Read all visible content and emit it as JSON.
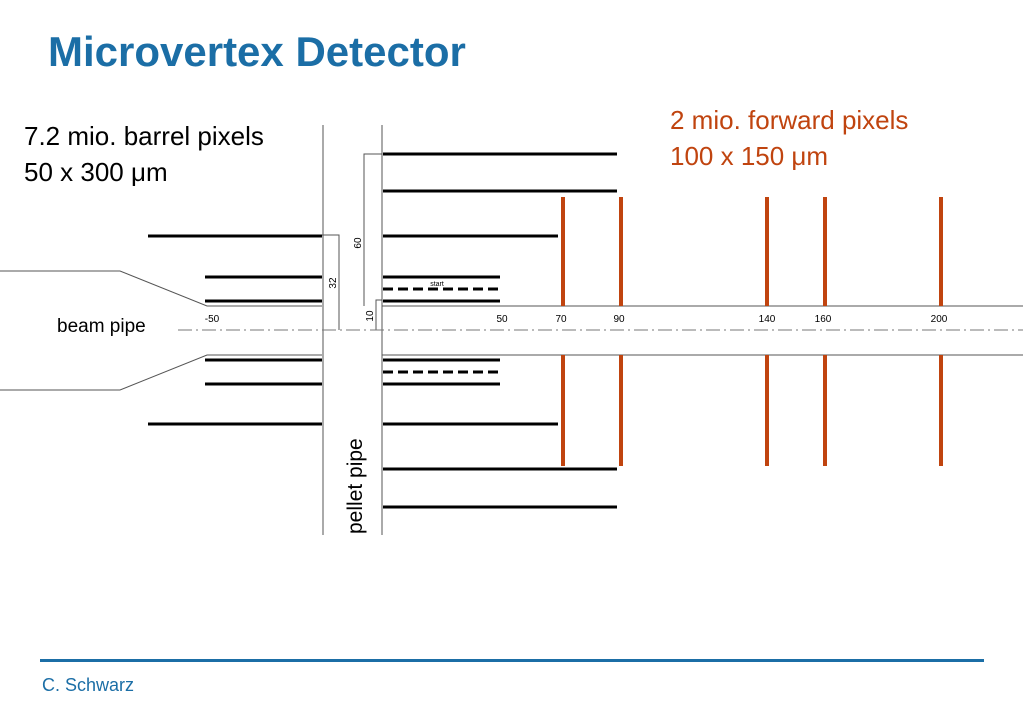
{
  "title": "Microvertex Detector",
  "barrel": {
    "line1": "7.2 mio. barrel pixels",
    "line2": "50 x 300 μm"
  },
  "forward": {
    "line1": "2 mio. forward pixels",
    "line2": "100 x 150 μm"
  },
  "labels": {
    "beam_pipe": "beam pipe",
    "pellet_pipe": "pellet pipe",
    "start": "start",
    "dim_32": "32",
    "dim_60": "60",
    "dim_10": "10"
  },
  "axis_ticks": [
    "-50",
    "50",
    "70",
    "90",
    "140",
    "160",
    "200"
  ],
  "footer": {
    "author": "C. Schwarz"
  },
  "colors": {
    "title": "#1b6ea6",
    "forward_disks": "#c0440f",
    "barrel_layers": "#000000"
  }
}
